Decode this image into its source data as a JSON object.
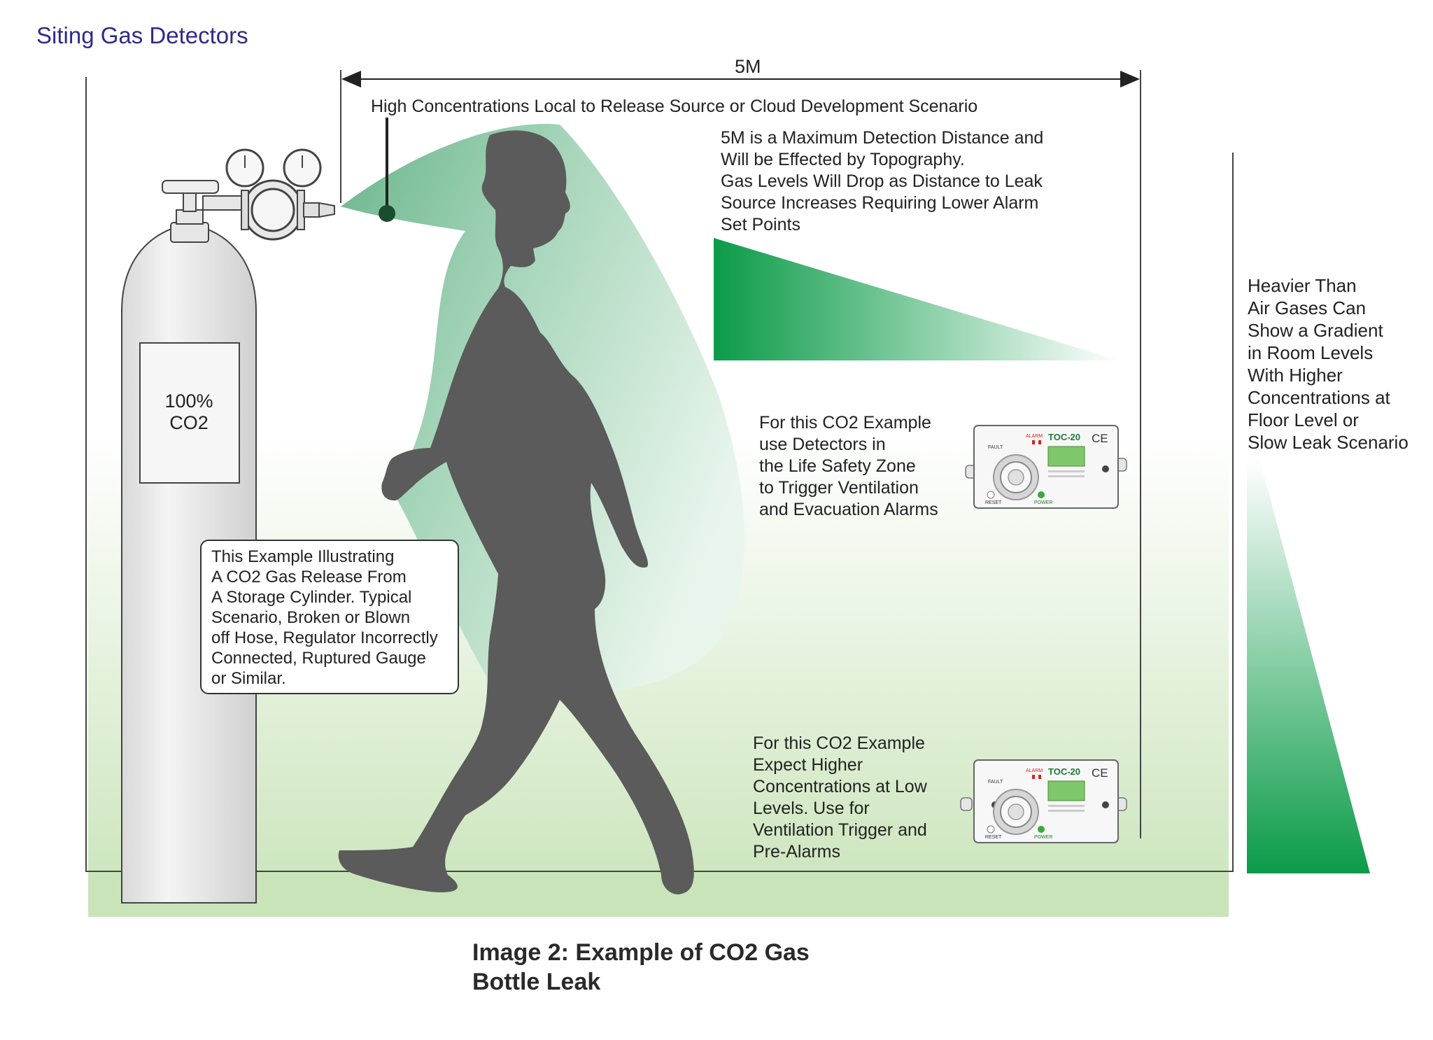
{
  "title": "Siting Gas Detectors",
  "dimension_label": "5M",
  "high_concentration_label": "High Concentrations Local to Release Source or Cloud Development Scenario",
  "max_distance_note": [
    "5M is a Maximum Detection Distance and",
    "Will be Effected by Topography.",
    "Gas Levels Will Drop as Distance to Leak",
    "Source Increases Requiring Lower Alarm",
    "Set Points"
  ],
  "heavier_gas_note": [
    "Heavier Than",
    "Air Gases Can",
    "Show a Gradient",
    "in Room Levels",
    "With Higher",
    "Concentrations at",
    "Floor Level or",
    "Slow Leak Scenario"
  ],
  "life_safety_note": [
    "For this CO2 Example",
    "use Detectors in",
    "the Life Safety Zone",
    "to Trigger Ventilation",
    "and Evacuation Alarms"
  ],
  "low_level_note": [
    "For this CO2 Example",
    "Expect Higher",
    "Concentrations at Low",
    "Levels. Use for",
    "Ventilation Trigger and",
    "Pre-Alarms"
  ],
  "cylinder_label": [
    "100%",
    "CO2"
  ],
  "callout": [
    "This Example Illustrating",
    "A CO2 Gas Release From",
    "A Storage Cylinder. Typical",
    "Scenario, Broken or Blown",
    "off Hose, Regulator Incorrectly",
    "Connected, Ruptured Gauge",
    "or Similar."
  ],
  "detector": {
    "brand": "TOC-20",
    "ce_mark": "CE",
    "alarm_label": "ALARM",
    "fault_label": "FAULT",
    "reset_label": "RESET",
    "power_label": "POWER"
  },
  "caption": [
    "Image 2: Example of CO2 Gas",
    "Bottle Leak"
  ],
  "colors": {
    "title": "#2e2a8a",
    "gas_green": "#0b9b48",
    "silhouette": "#5b5b5b",
    "floor_green": "#cde6bf"
  }
}
